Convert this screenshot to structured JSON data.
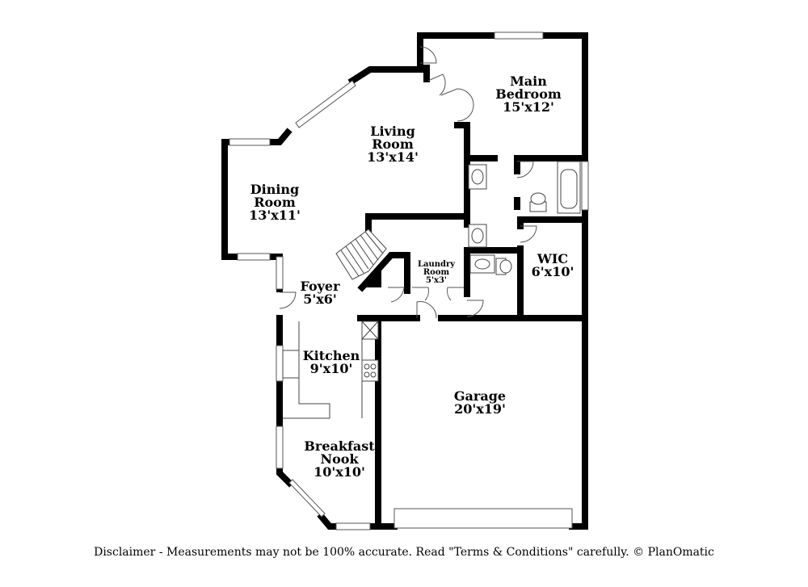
{
  "rooms": {
    "main_bedroom": {
      "name_line1": "Main",
      "name_line2": "Bedroom",
      "size": "15'x12'"
    },
    "living_room": {
      "name_line1": "Living",
      "name_line2": "Room",
      "size": "13'x14'"
    },
    "dining_room": {
      "name_line1": "Dining",
      "name_line2": "Room",
      "size": "13'x11'"
    },
    "laundry_room": {
      "name_line1": "Laundry",
      "name_line2": "Room",
      "size": "5'x3'"
    },
    "wic": {
      "name": "WIC",
      "size": "6'x10'"
    },
    "foyer": {
      "name": "Foyer",
      "size": "5'x6'"
    },
    "kitchen": {
      "name": "Kitchen",
      "size": "9'x10'"
    },
    "garage": {
      "name": "Garage",
      "size": "20'x19'"
    },
    "breakfast_nook": {
      "name_line1": "Breakfast",
      "name_line2": "Nook",
      "size": "10'x10'"
    }
  },
  "disclaimer": "Disclaimer - Measurements may not be 100% accurate. Read \"Terms & Conditions\" carefully. © PlanOmatic"
}
